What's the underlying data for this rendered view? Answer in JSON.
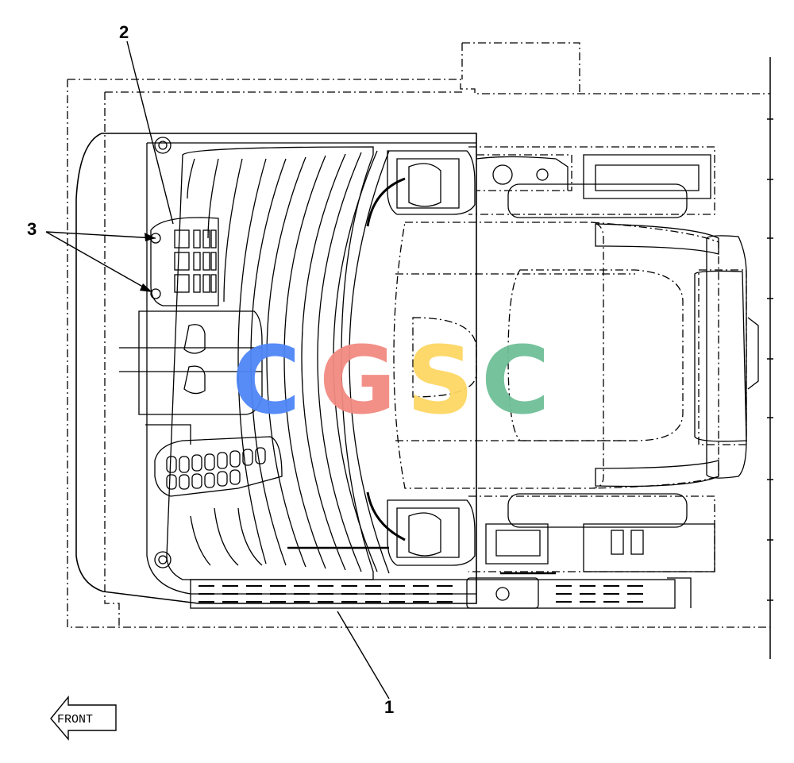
{
  "diagram": {
    "callouts": [
      {
        "id": "1",
        "label": "1"
      },
      {
        "id": "2",
        "label": "2"
      },
      {
        "id": "3",
        "label": "3"
      }
    ],
    "direction_label": "FRONT",
    "watermark": {
      "text": "CGSC",
      "letters": [
        {
          "char": "C",
          "color": "#4f86f7"
        },
        {
          "char": "G",
          "color": "#f28b82"
        },
        {
          "char": "S",
          "color": "#fdd663"
        },
        {
          "char": "C",
          "color": "#6fbf97"
        }
      ]
    },
    "colors": {
      "line": "#000000",
      "background": "#ffffff"
    }
  }
}
